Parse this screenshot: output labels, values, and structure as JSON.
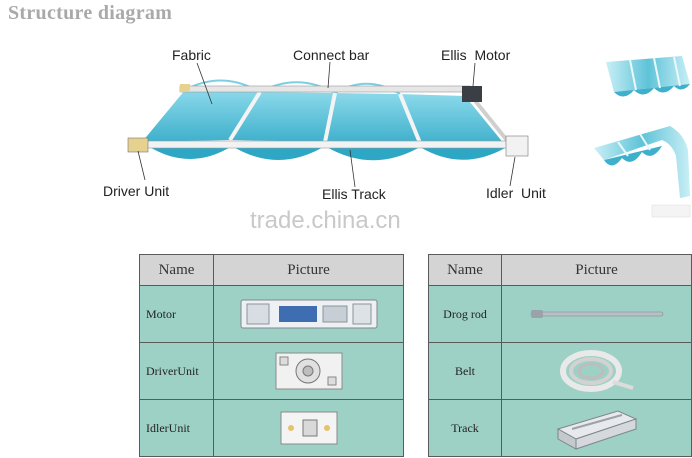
{
  "heading": "Structure diagram",
  "diagram": {
    "labels": {
      "fabric": "Fabric",
      "connect_bar": "Connect bar",
      "ellis_motor": "Ellis  Motor",
      "driver_unit": "Driver Unit",
      "ellis_track": "Ellis Track",
      "idler_unit": "Idler  Unit"
    },
    "watermark": "trade.china.cn",
    "colors": {
      "fabric": "#5fc3d8",
      "fabric_light": "#c9eff6",
      "table_header": "#d4d4d4",
      "table_cell": "#9ed1c5"
    }
  },
  "table_left": {
    "headers": [
      "Name",
      "Picture"
    ],
    "rows": [
      {
        "name": "Motor",
        "picture_icon": "motor-icon"
      },
      {
        "name": "DriverUnit",
        "picture_icon": "driver-unit-icon"
      },
      {
        "name": "IdlerUnit",
        "picture_icon": "idler-unit-icon"
      }
    ]
  },
  "table_right": {
    "headers": [
      "Name",
      "Picture"
    ],
    "rows": [
      {
        "name": "Drog rod",
        "picture_icon": "drog-rod-icon"
      },
      {
        "name": "Belt",
        "picture_icon": "belt-icon"
      },
      {
        "name": "Track",
        "picture_icon": "track-icon"
      }
    ]
  }
}
